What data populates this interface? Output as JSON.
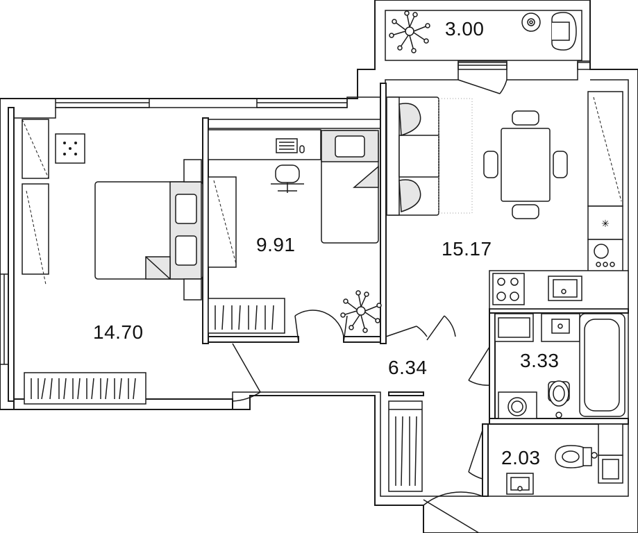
{
  "plan": {
    "rooms": [
      {
        "id": "balcony",
        "area": "3.00"
      },
      {
        "id": "kitchen-living",
        "area": "15.17"
      },
      {
        "id": "bedroom-small",
        "area": "9.91"
      },
      {
        "id": "bedroom-large",
        "area": "14.70"
      },
      {
        "id": "hallway",
        "area": "6.34"
      },
      {
        "id": "bathroom",
        "area": "3.33"
      },
      {
        "id": "toilet",
        "area": "2.03"
      }
    ]
  }
}
